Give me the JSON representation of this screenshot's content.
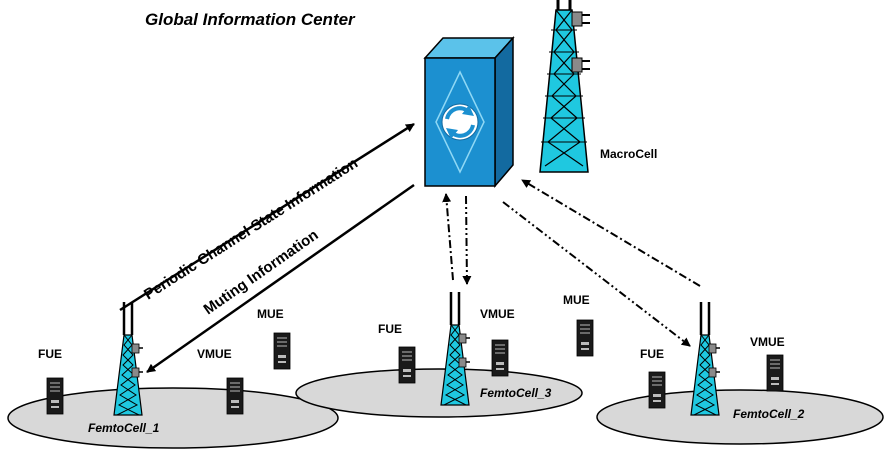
{
  "title": "Global Information Center",
  "macrocell_label": "MacroCell",
  "arrows": {
    "periodic": "Periodic Channel State Information",
    "muting": "Muting Information"
  },
  "cells": [
    {
      "name": "FemtoCell_1",
      "labels": [
        "FUE",
        "VMUE",
        "MUE"
      ]
    },
    {
      "name": "FemtoCell_3",
      "labels": [
        "FUE",
        "VMUE",
        "MUE"
      ]
    },
    {
      "name": "FemtoCell_2",
      "labels": [
        "FUE",
        "VMUE"
      ]
    }
  ],
  "colors": {
    "tower": "#1fc8e0",
    "server": "#1c90d0",
    "server_side": "#136aa0",
    "ellipse": "#d8d8d8"
  }
}
